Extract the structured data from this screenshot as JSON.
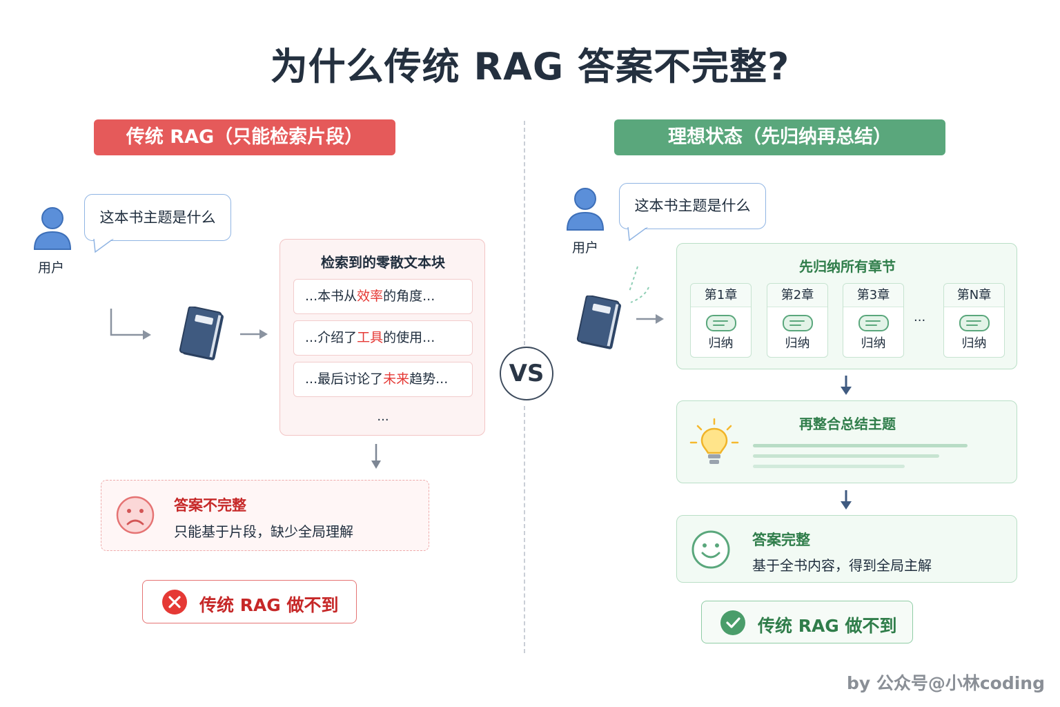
{
  "title": "为什么传统 RAG 答案不完整?",
  "vs": "VS",
  "left": {
    "header": "传统 RAG（只能检索片段）",
    "user_label": "用户",
    "question": "这本书主题是什么",
    "panel_title": "检索到的零散文本块",
    "chunks": [
      {
        "before": "...本书从",
        "highlight": "效率",
        "after": "的角度..."
      },
      {
        "before": "...介绍了",
        "highlight": "工具",
        "after": "的使用..."
      },
      {
        "before": "...最后讨论了",
        "highlight": "未来",
        "after": "趋势..."
      }
    ],
    "ellipsis": "...",
    "fail_title": "答案不完整",
    "fail_desc": "只能基于片段，缺少全局理解",
    "result": "传统 RAG 做不到"
  },
  "right": {
    "header": "理想状态（先归纳再总结）",
    "user_label": "用户",
    "question": "这本书主题是什么",
    "step1_title": "先归纳所有章节",
    "chapters": [
      {
        "name": "第1章",
        "action": "归纳"
      },
      {
        "name": "第2章",
        "action": "归纳"
      },
      {
        "name": "第3章",
        "action": "归纳"
      },
      {
        "name": "第N章",
        "action": "归纳"
      }
    ],
    "chapter_ellipsis": "...",
    "step2_title": "再整合总结主题",
    "success_title": "答案完整",
    "success_desc": "基于全书内容，得到全局主解",
    "result": "传统 RAG 做不到"
  },
  "credit": "by 公众号@小林coding",
  "colors": {
    "red": "#e55a5a",
    "green": "#5aa77c",
    "dark_green": "#2f7d4a",
    "dark_red": "#c62828",
    "user_blue": "#5b8fd9",
    "book_navy": "#3f5a80"
  }
}
